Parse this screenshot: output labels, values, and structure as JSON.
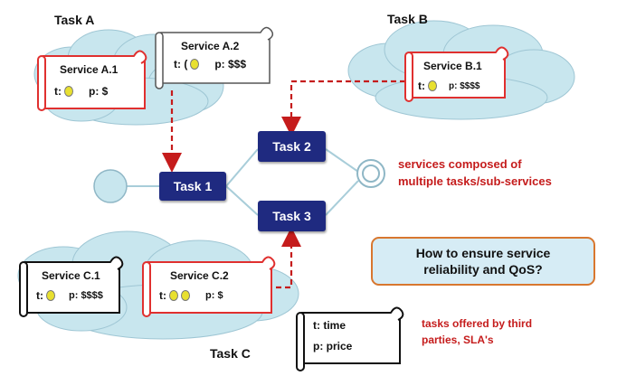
{
  "task_labels": {
    "a": "Task A",
    "b": "Task B",
    "c": "Task C"
  },
  "services": {
    "a1": {
      "name": "Service  A.1",
      "time_label": "t:",
      "price_label": "p: $",
      "time_coins": 1
    },
    "a2": {
      "name": "Service A.2",
      "time_label": "t: (",
      "price_label": "p: $$$",
      "time_coins": 1
    },
    "b1": {
      "name": "Service B.1",
      "time_label": "t:",
      "price_label": "p: $$$$",
      "time_coins": 1
    },
    "c1": {
      "name": "Service C.1",
      "time_label": "t:",
      "price_label": "p: $$$$",
      "time_coins": 1
    },
    "c2": {
      "name": "Service C.2",
      "time_label": "t:",
      "price_label": "p: $",
      "time_coins": 2
    }
  },
  "workflow": {
    "task1": "Task 1",
    "task2": "Task 2",
    "task3": "Task 3"
  },
  "notes": {
    "composed_line1": "services composed of",
    "composed_line2": "multiple tasks/sub-services",
    "question_line1": "How to ensure service",
    "question_line2": "reliability  and QoS?",
    "legend_time": "t: time",
    "legend_price": "p: price",
    "legend_note_line1": "tasks offered by third",
    "legend_note_line2": "parties, SLA's"
  },
  "colors": {
    "cloud_fill": "#c8e6ee",
    "node_fill": "#1f2a80",
    "red_accent": "#c51c1c",
    "question_fill": "#d6ecf5",
    "question_border": "#d8772f",
    "coin": "#e8e030"
  }
}
